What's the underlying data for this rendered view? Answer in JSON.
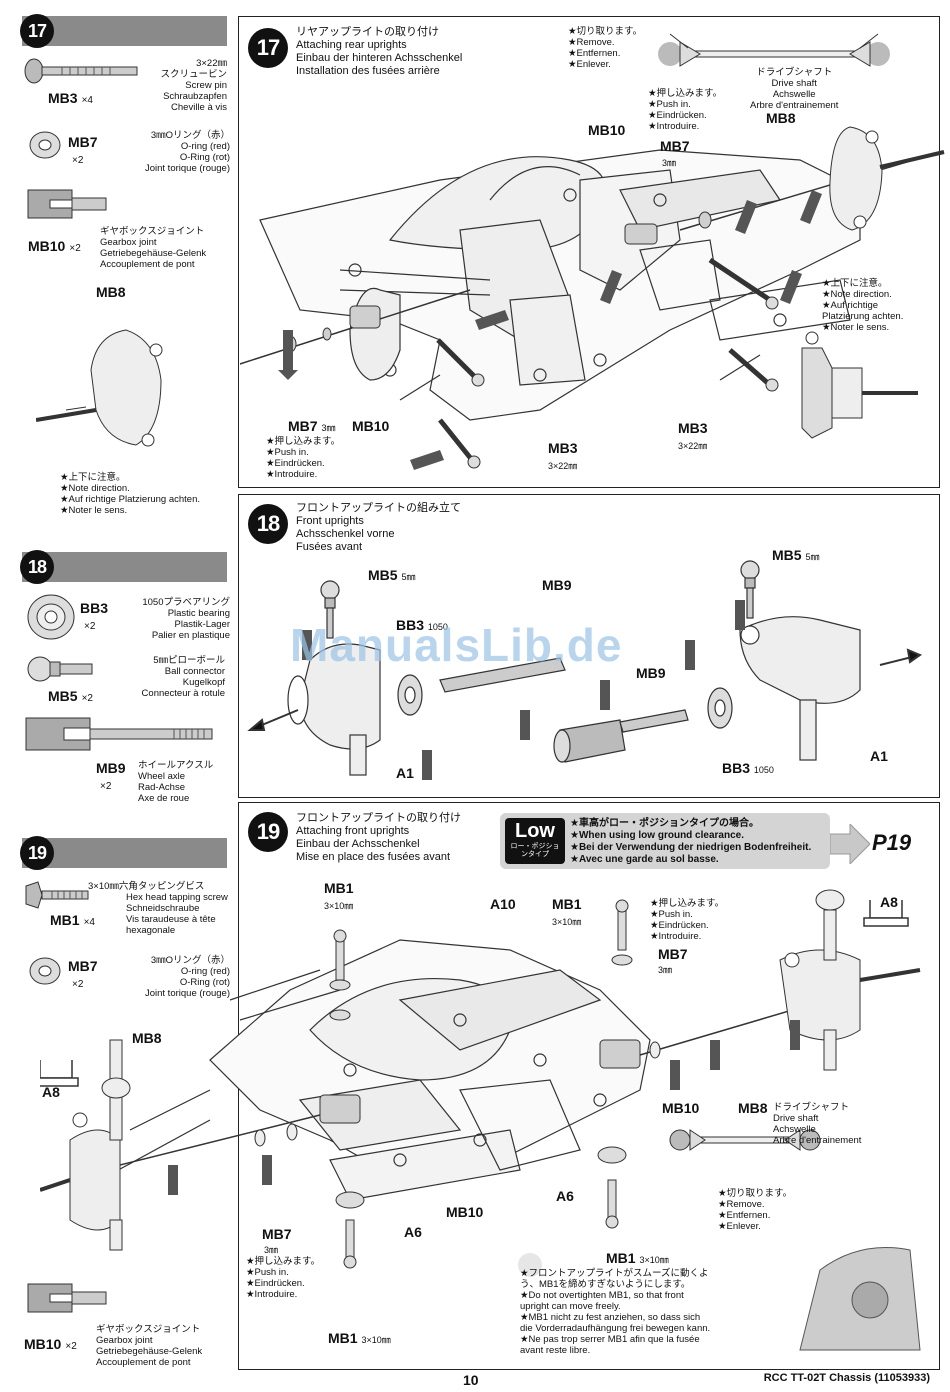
{
  "steps": {
    "s17": {
      "num": "17",
      "side_parts": [
        {
          "code": "MB3",
          "qty": "×4",
          "desc": [
            "3×22㎜",
            "スクリュービン",
            "Screw pin",
            "Schraubzapfen",
            "Cheville à vis"
          ]
        },
        {
          "code": "MB7",
          "qty": "×2",
          "desc": [
            "3㎜Oリング（赤）",
            "O-ring (red)",
            "O-Ring (rot)",
            "Joint torique (rouge)"
          ]
        },
        {
          "code": "MB10",
          "qty": "×2",
          "desc": [
            "ギヤボックスジョイント",
            "Gearbox joint",
            "Getriebegehäuse-Gelenk",
            "Accouplement de pont"
          ]
        }
      ],
      "title": [
        "リヤアップライトの取り付け",
        "Attaching rear uprights",
        "Einbau der hinteren Achsschenkel",
        "Installation des fusées arrière"
      ],
      "notes": {
        "remove": [
          "★切り取ります。",
          "★Remove.",
          "★Entfernen.",
          "★Enlever."
        ],
        "drive": [
          "ドライブシャフト",
          "Drive shaft",
          "Achswelle",
          "Arbre d'entrainement"
        ],
        "push": [
          "★押し込みます。",
          "★Push in.",
          "★Eindrücken.",
          "★Introduire."
        ],
        "direction": [
          "★上下に注意。",
          "★Note direction.",
          "★Auf richtige",
          "Platzierung achten.",
          "★Noter le sens."
        ],
        "push2": [
          "★押し込みます。",
          "★Push in.",
          "★Eindrücken.",
          "★Introduire."
        ],
        "direction2": [
          "★上下に注意。",
          "★Note direction.",
          "★Auf richtige Platzierung achten.",
          "★Noter le sens."
        ]
      },
      "labels": {
        "mb10a": "MB10",
        "mb7a": "MB7",
        "mb7a_sub": "3㎜",
        "mb8a": "MB8",
        "mb8b": "MB8",
        "mb7b": "MB7",
        "mb7b_sub": "3㎜",
        "mb10b": "MB10",
        "mb3a": "MB3",
        "mb3a_sub": "3×22㎜",
        "mb3b": "MB3",
        "mb3b_sub": "3×22㎜"
      }
    },
    "s18": {
      "num": "18",
      "side_parts": [
        {
          "code": "BB3",
          "qty": "×2",
          "desc": [
            "1050プラベアリング",
            "Plastic bearing",
            "Plastik-Lager",
            "Palier en plastique"
          ]
        },
        {
          "code": "MB5",
          "qty": "×2",
          "desc": [
            "5㎜ピローボール",
            "Ball connector",
            "Kugelkopf",
            "Connecteur à rotule"
          ]
        },
        {
          "code": "MB9",
          "qty": "×2",
          "desc": [
            "ホイールアクスル",
            "Wheel axle",
            "Rad-Achse",
            "Axe de roue"
          ]
        }
      ],
      "title": [
        "フロントアップライトの組み立て",
        "Front uprights",
        "Achsschenkel vorne",
        "Fusées avant"
      ],
      "labels": {
        "mb5a": "MB5",
        "mb5a_sub": "5㎜",
        "mb5b": "MB5",
        "mb5b_sub": "5㎜",
        "mb9a": "MB9",
        "mb9b": "MB9",
        "bb3a": "BB3",
        "bb3a_sub": "1050",
        "bb3b": "BB3",
        "bb3b_sub": "1050",
        "a1a": "A1",
        "a1b": "A1"
      }
    },
    "s19": {
      "num": "19",
      "side_parts": [
        {
          "code": "MB1",
          "qty": "×4",
          "desc": [
            "3×10㎜六角タッピングビス",
            "Hex head tapping screw",
            "Schneidschraube",
            "Vis taraudeuse à tête",
            "hexagonale"
          ]
        },
        {
          "code": "MB7",
          "qty": "×2",
          "desc": [
            "3㎜Oリング（赤）",
            "O-ring (red)",
            "O-Ring (rot)",
            "Joint torique (rouge)"
          ]
        },
        {
          "code": "MB10",
          "qty": "×2",
          "desc": [
            "ギヤボックスジョイント",
            "Gearbox joint",
            "Getriebegehäuse-Gelenk",
            "Accouplement de pont"
          ]
        }
      ],
      "title": [
        "フロントアップライトの取り付け",
        "Attaching front uprights",
        "Einbau der Achsschenkel",
        "Mise en place des fusées avant"
      ],
      "low": {
        "badge": "Low",
        "badge_sub": "ロー・ポジションタイプ",
        "lines": [
          "★車高がロー・ポジションタイプの場合。",
          "★When using low ground clearance.",
          "★Bei der Verwendung der niedrigen Bodenfreiheit.",
          "★Avec une garde au sol basse."
        ],
        "page": "P19"
      },
      "notes": {
        "push": [
          "★押し込みます。",
          "★Push in.",
          "★Eindrücken.",
          "★Introduire."
        ],
        "push2": [
          "★押し込みます。",
          "★Push in.",
          "★Eindrücken.",
          "★Introduire."
        ],
        "drive": [
          "ドライブシャフト",
          "Drive shaft",
          "Achswelle",
          "Arbre d'entrainement"
        ],
        "remove": [
          "★切り取ります。",
          "★Remove.",
          "★Entfernen.",
          "★Enlever."
        ],
        "smooth": [
          "★フロントアップライトがスムーズに動くよ",
          "う、MB1を締めすぎないようにします。",
          "★Do not overtighten MB1, so that front",
          "upright can move freely.",
          "★MB1 nicht zu fest anziehen, so dass sich",
          "die Vorderradaufhängung frei bewegen kann.",
          "★Ne pas trop serrer MB1 afin que la fusée",
          "avant reste libre."
        ]
      },
      "labels": {
        "mb1a": "MB1",
        "mb1a_sub": "3×10㎜",
        "a10": "A10",
        "mb1b": "MB1",
        "mb1b_sub": "3×10㎜",
        "mb7a": "MB7",
        "mb7a_sub": "3㎜",
        "a8a": "A8",
        "a8b": "A8",
        "mb8a": "MB8",
        "mb10a": "MB10",
        "mb8b": "MB8",
        "mb10b": "MB10",
        "a6a": "A6",
        "a6b": "A6",
        "mb7b": "MB7",
        "mb7b_sub": "3㎜",
        "mb1c": "MB1",
        "mb1c_sub": "3×10㎜",
        "mb1d": "MB1",
        "mb1d_sub": "3×10㎜"
      }
    }
  },
  "watermark": "ManualsLib.de",
  "footer": {
    "page": "10",
    "model": "RCC TT-02T Chassis (11053933)"
  }
}
